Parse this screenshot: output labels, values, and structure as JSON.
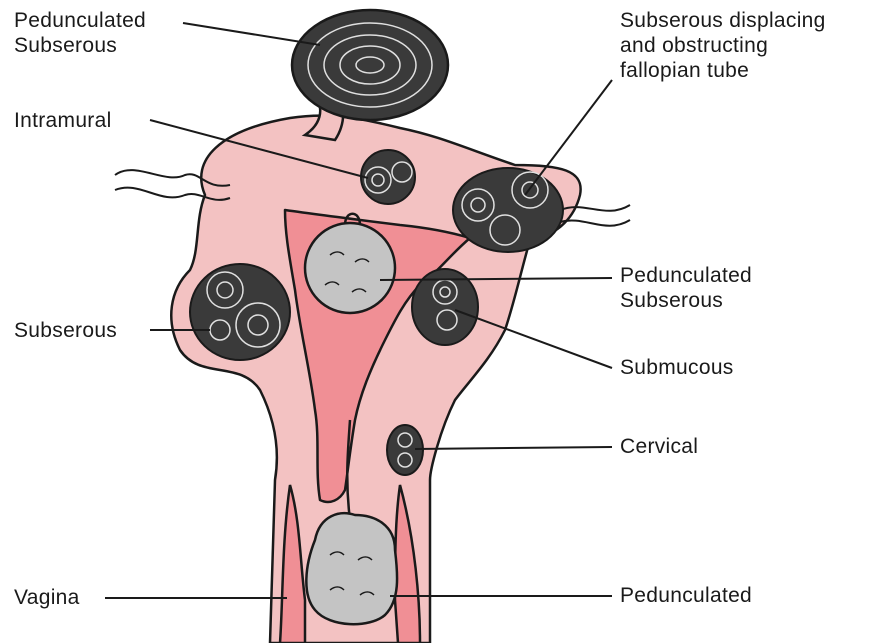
{
  "diagram": {
    "labels": {
      "pedunculated_subserous_top": [
        "Pedunculated",
        "Subserous"
      ],
      "intramural": "Intramural",
      "subserous_displacing": [
        "Subserous displacing",
        "and obstructing",
        "fallopian tube"
      ],
      "pedunculated_subserous_right": [
        "Pedunculated",
        "Subserous"
      ],
      "subserous_left": "Subserous",
      "submucous": "Submucous",
      "cervical": "Cervical",
      "vagina": "Vagina",
      "pedunculated_bottom": "Pedunculated"
    },
    "colors": {
      "uterus_outer": "#f3c2c2",
      "uterus_inner": "#f08f95",
      "fibroid_gray": "#c4c4c4",
      "fibroid_dark": "#3a3a3a",
      "outline": "#1a1a1a"
    }
  }
}
